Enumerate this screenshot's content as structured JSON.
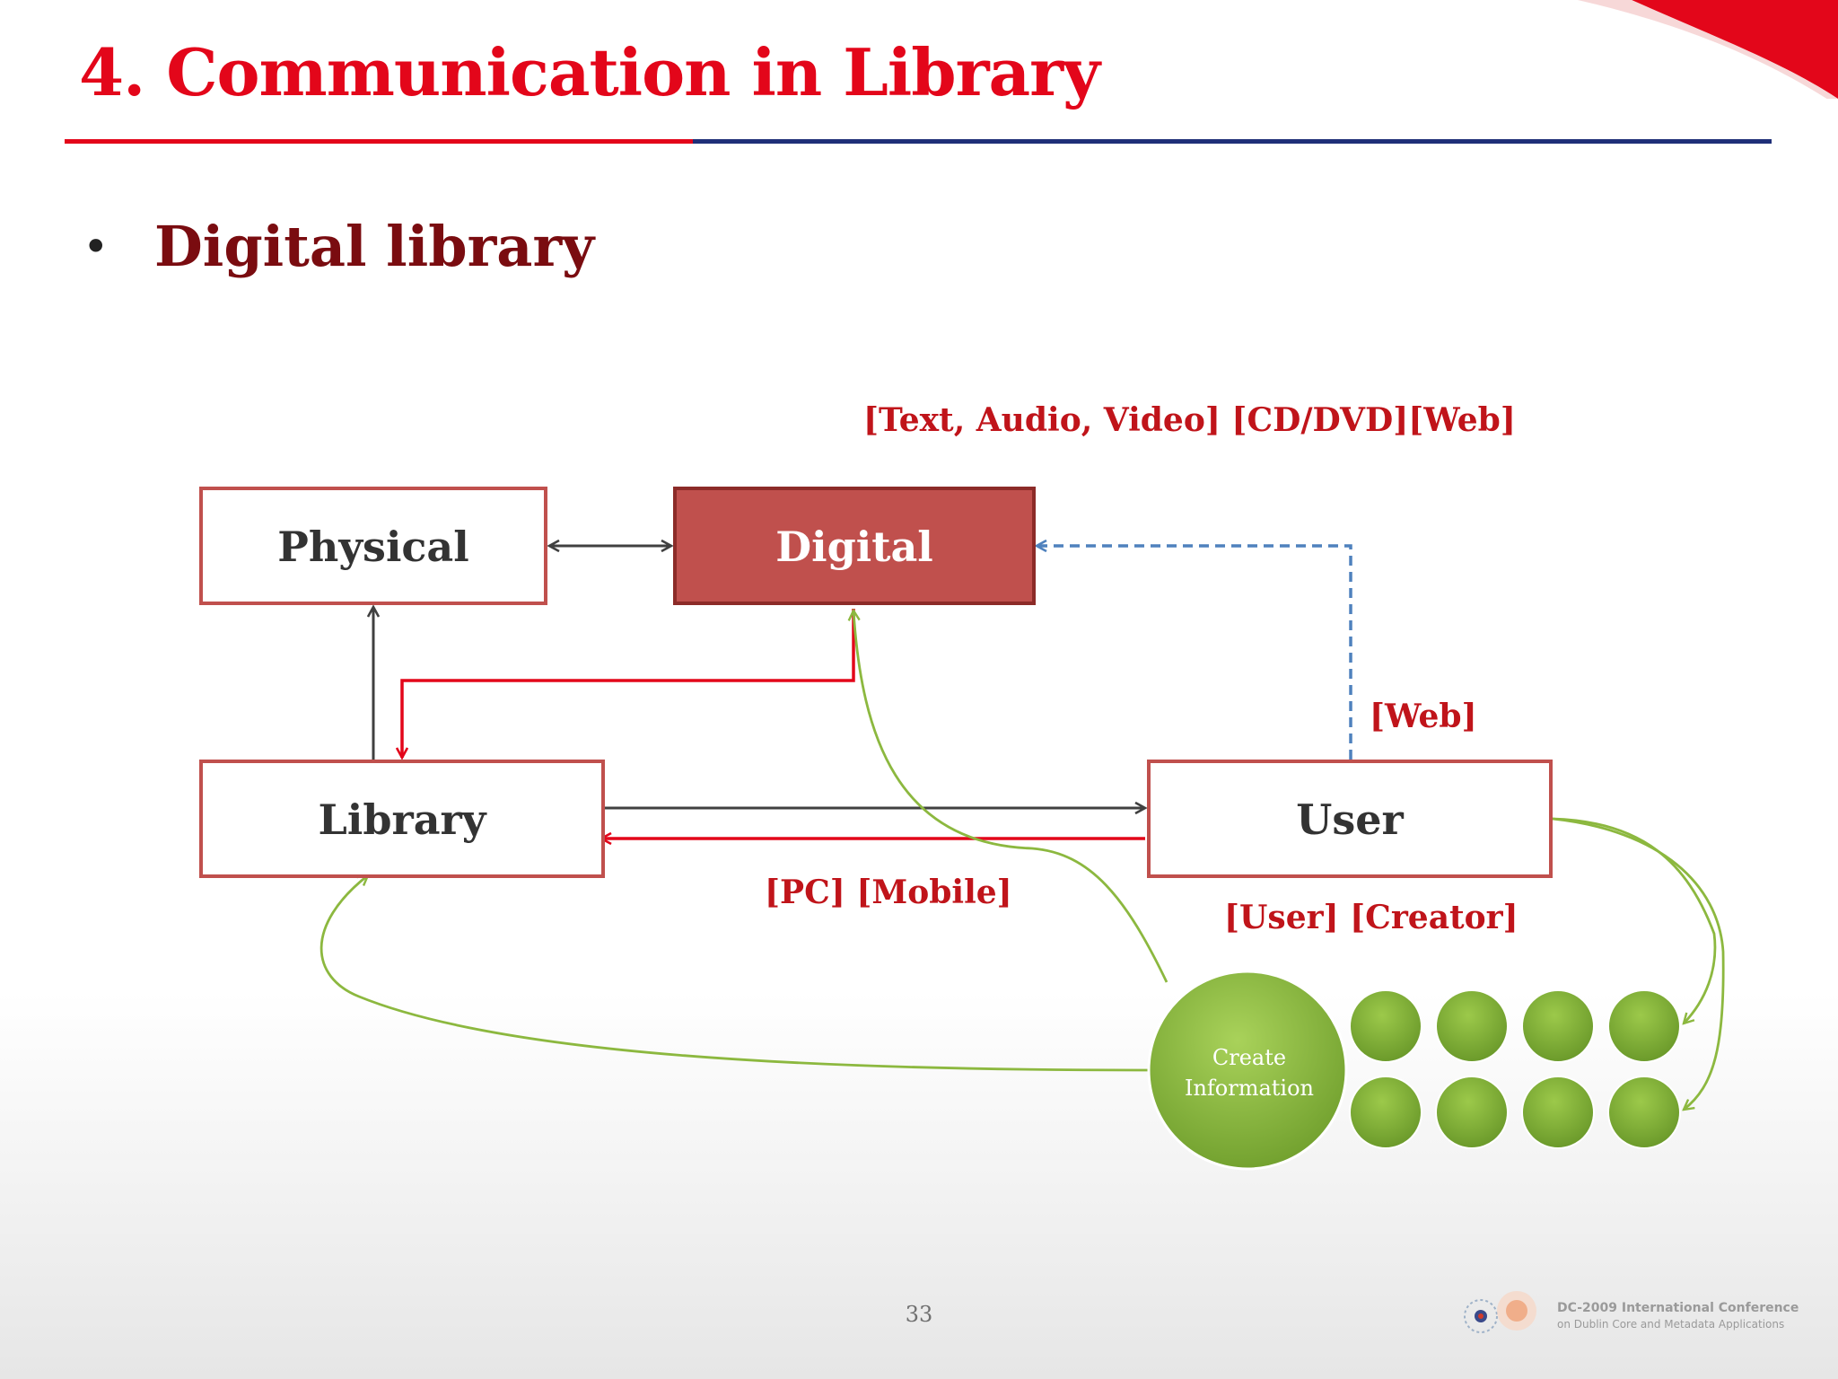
{
  "slide": {
    "title": "4. Communication in Library",
    "bullet": "Digital library",
    "page_number": "33"
  },
  "diagram": {
    "top_label": "[Text, Audio, Video]  [CD/DVD][Web]",
    "nodes": {
      "physical": "Physical",
      "digital": "Digital",
      "library": "Library",
      "user": "User"
    },
    "labels": {
      "web": "[Web]",
      "channels": "[PC]  [Mobile]",
      "roles": "[User] [Creator]",
      "create_line1": "Create",
      "create_line2": "Information"
    }
  },
  "footer": {
    "conference_line1": "DC-2009 International Conference",
    "conference_line2": "on Dublin Core and Metadata Applications"
  },
  "colors": {
    "title_red": "#e3061a",
    "rule_blue": "#1f2f78",
    "bullet_dark_red": "#7a0c10",
    "box_border": "#c0504d",
    "digital_fill": "#c0504d",
    "label_red": "#c0141a",
    "dashed_blue": "#4f81bd",
    "green": "#8cb83f",
    "dark_arrow": "#404040"
  }
}
